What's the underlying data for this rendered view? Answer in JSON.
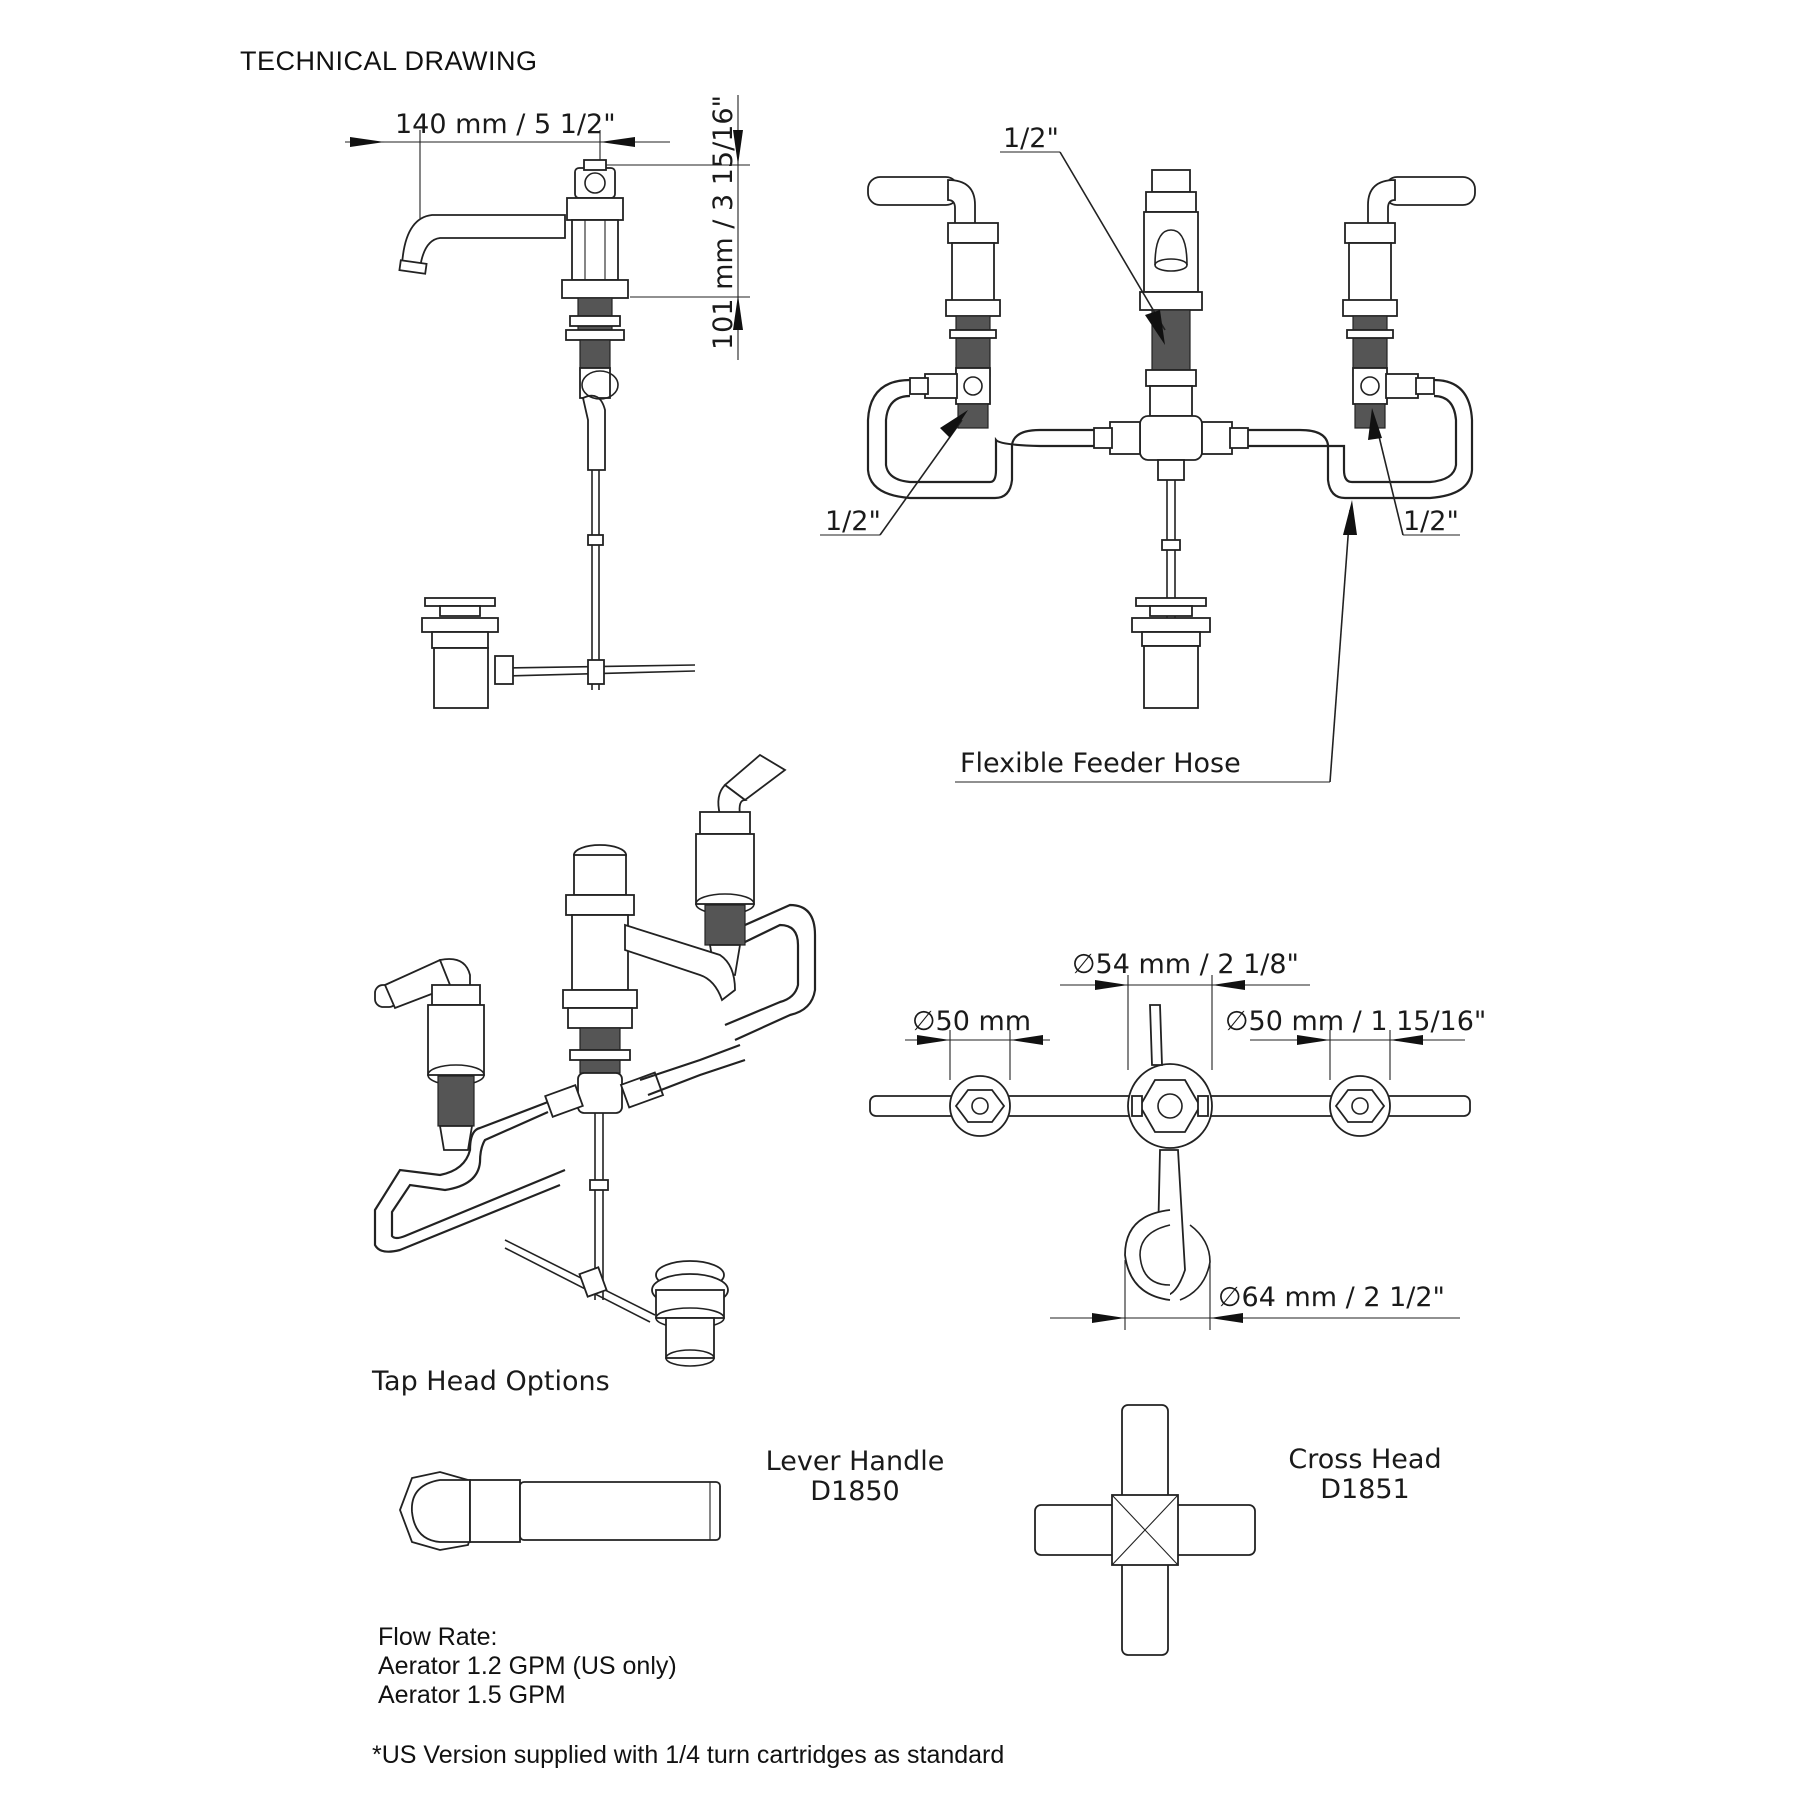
{
  "header": {
    "title": "TECHNICAL DRAWING"
  },
  "dimensions": {
    "side_width": "140 mm / 5 1/2\"",
    "side_height": "101 mm / 3 15/16\"",
    "conn_top": "1/2\"",
    "conn_left": "1/2\"",
    "conn_right": "1/2\"",
    "hose_label": "Flexible Feeder Hose",
    "top_center": "54 mm / 2 1/8\"",
    "top_left": "50 mm",
    "top_right": "50 mm / 1 15/16\"",
    "top_bottom": "64 mm / 2 1/2\"",
    "diameter_symbol": "∅"
  },
  "tap_heads": {
    "title": "Tap Head Options",
    "lever": {
      "name": "Lever Handle",
      "code": "D1850"
    },
    "cross": {
      "name": "Cross Head",
      "code": "D1851"
    }
  },
  "flow": {
    "title": "Flow Rate:",
    "lines": [
      "Aerator 1.2 GPM (US only)",
      "Aerator 1.5 GPM"
    ]
  },
  "footnote": "*US Version supplied with 1/4 turn cartridges as standard",
  "colors": {
    "ink": "#222222",
    "background": "#ffffff"
  }
}
